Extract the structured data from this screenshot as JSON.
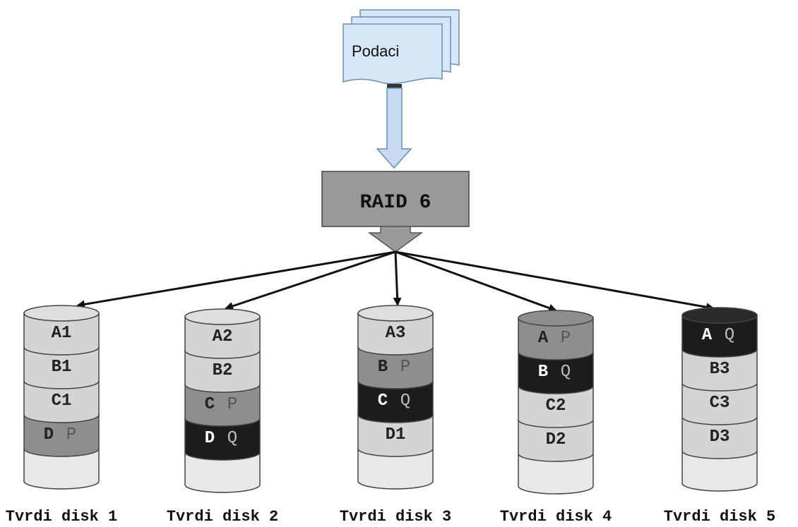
{
  "source": {
    "label": "Podaci"
  },
  "controller": {
    "label": "RAID 6"
  },
  "colors": {
    "data_block": "#d4d4d4",
    "p_parity": "#8e8e8e",
    "q_parity": "#1c1c1c",
    "empty": "#e8e8e8",
    "doc_fill": "#d6e6f7",
    "doc_stroke": "#6a8fb5",
    "controller_fill": "#999999"
  },
  "disks": [
    {
      "label": "Tvrdi disk 1",
      "top": "light",
      "blocks": [
        {
          "id": "A1",
          "parity": "",
          "kind": "data"
        },
        {
          "id": "B1",
          "parity": "",
          "kind": "data"
        },
        {
          "id": "C1",
          "parity": "",
          "kind": "data"
        },
        {
          "id": "D",
          "parity": "P",
          "kind": "p"
        }
      ]
    },
    {
      "label": "Tvrdi disk 2",
      "top": "light",
      "blocks": [
        {
          "id": "A2",
          "parity": "",
          "kind": "data"
        },
        {
          "id": "B2",
          "parity": "",
          "kind": "data"
        },
        {
          "id": "C",
          "parity": "P",
          "kind": "p"
        },
        {
          "id": "D",
          "parity": "Q",
          "kind": "q"
        }
      ]
    },
    {
      "label": "Tvrdi disk 3",
      "top": "light",
      "blocks": [
        {
          "id": "A3",
          "parity": "",
          "kind": "data"
        },
        {
          "id": "B",
          "parity": "P",
          "kind": "p"
        },
        {
          "id": "C",
          "parity": "Q",
          "kind": "q"
        },
        {
          "id": "D1",
          "parity": "",
          "kind": "data"
        }
      ]
    },
    {
      "label": "Tvrdi disk 4",
      "top": "mid",
      "blocks": [
        {
          "id": "A",
          "parity": "P",
          "kind": "p"
        },
        {
          "id": "B",
          "parity": "Q",
          "kind": "q"
        },
        {
          "id": "C2",
          "parity": "",
          "kind": "data"
        },
        {
          "id": "D2",
          "parity": "",
          "kind": "data"
        }
      ]
    },
    {
      "label": "Tvrdi disk 5",
      "top": "dark",
      "blocks": [
        {
          "id": "A",
          "parity": "Q",
          "kind": "q"
        },
        {
          "id": "B3",
          "parity": "",
          "kind": "data"
        },
        {
          "id": "C3",
          "parity": "",
          "kind": "data"
        },
        {
          "id": "D3",
          "parity": "",
          "kind": "data"
        }
      ]
    }
  ]
}
